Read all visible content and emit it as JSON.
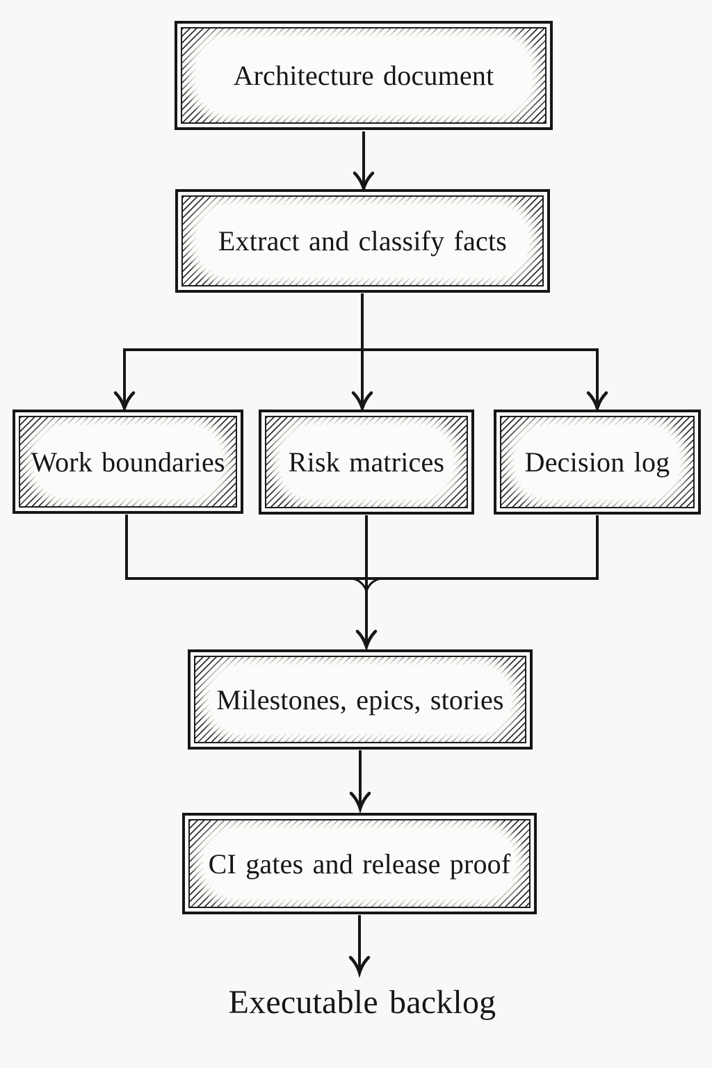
{
  "diagram": {
    "type": "flowchart",
    "background_color": "#f8f8f6",
    "ink_color": "#161616",
    "nodes": {
      "architecture": {
        "label": "Architecture document",
        "shape": "hatched-box"
      },
      "extract": {
        "label": "Extract and classify facts",
        "shape": "hatched-box"
      },
      "work": {
        "label": "Work boundaries",
        "shape": "hatched-box"
      },
      "risk": {
        "label": "Risk matrices",
        "shape": "hatched-box"
      },
      "decision": {
        "label": "Decision log",
        "shape": "hatched-box"
      },
      "milestones": {
        "label": "Milestones, epics, stories",
        "shape": "hatched-box"
      },
      "ci": {
        "label": "CI gates and release proof",
        "shape": "hatched-box"
      },
      "backlog": {
        "label": "Executable backlog",
        "shape": "plain-text"
      }
    },
    "edges": [
      {
        "from": "architecture",
        "to": "extract"
      },
      {
        "from": "extract",
        "to": "work"
      },
      {
        "from": "extract",
        "to": "risk"
      },
      {
        "from": "extract",
        "to": "decision"
      },
      {
        "from": "work",
        "to": "milestones"
      },
      {
        "from": "risk",
        "to": "milestones"
      },
      {
        "from": "decision",
        "to": "milestones"
      },
      {
        "from": "milestones",
        "to": "ci"
      },
      {
        "from": "ci",
        "to": "backlog"
      }
    ]
  }
}
